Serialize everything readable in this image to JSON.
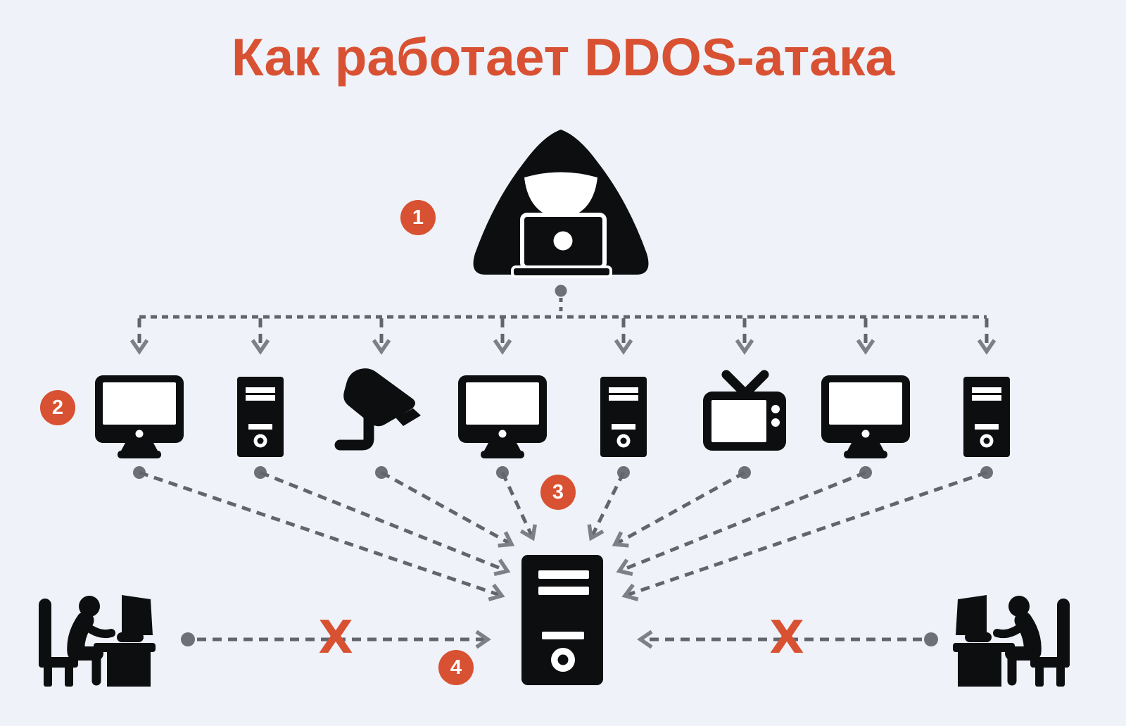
{
  "title": "Как работает DDOS-атака",
  "step_badges": [
    "1",
    "2",
    "3",
    "4"
  ],
  "blocked_symbol": "X",
  "devices": [
    "monitor",
    "pc-tower",
    "cctv-camera",
    "monitor",
    "pc-tower",
    "tv",
    "monitor",
    "pc-tower"
  ],
  "icons": {
    "attacker": "hooded-hacker-laptop-icon",
    "target": "server-tower-icon",
    "users": "person-at-desk-icon"
  },
  "colors": {
    "accent": "#d85132",
    "ink": "#0d0e10",
    "line": "#62656b",
    "chevron": "#7d8186",
    "dot": "#6d7076",
    "background": "#eff2f8"
  }
}
